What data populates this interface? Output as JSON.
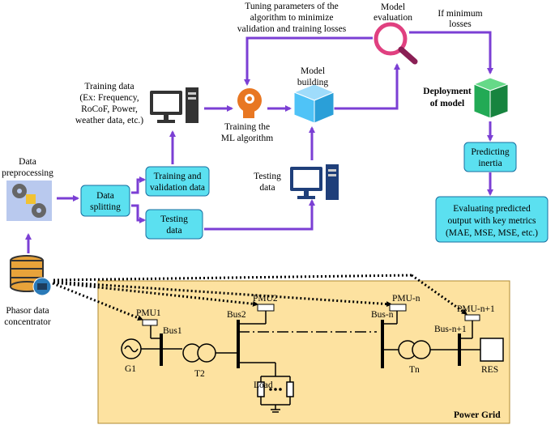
{
  "labels": {
    "tuning": [
      "Tuning parameters of the",
      "algorithm to minimize",
      "validation and training losses"
    ],
    "model_evaluation": [
      "Model",
      "evaluation"
    ],
    "if_minimum": [
      "If minimum",
      "losses"
    ],
    "deployment": [
      "Deployment",
      "of model"
    ],
    "model_building": [
      "Model",
      "building"
    ],
    "training_data": [
      "Training data",
      "(Ex: Frequency,",
      "RoCoF, Power,",
      "weather data, etc.)"
    ],
    "training_ml": [
      "Training the",
      "ML algorithm"
    ],
    "data_preprocessing": [
      "Data",
      "preprocessing"
    ],
    "testing_data_label": [
      "Testing",
      "data"
    ],
    "phasor": [
      "Phasor data",
      "concentrator"
    ],
    "power_grid": "Power Grid"
  },
  "boxes": {
    "data_splitting": [
      "Data",
      "splitting"
    ],
    "training_validation": [
      "Training and",
      "validation data"
    ],
    "testing": [
      "Testing",
      "data"
    ],
    "predicting": [
      "Predicting",
      "inertia"
    ],
    "evaluating": [
      "Evaluating predicted",
      "output with key metrics",
      "(MAE, MSE, MSE, etc.)"
    ]
  },
  "grid": {
    "pmu1": "PMU1",
    "pmu2": "PMU2",
    "pmun": "PMU-n",
    "pmun1": "PMU-n+1",
    "bus1": "Bus1",
    "bus2": "Bus2",
    "busn": "Bus-n",
    "busn1": "Bus-n+1",
    "g1": "G1",
    "t2": "T2",
    "tn": "Tn",
    "load": "Load",
    "res": "RES"
  },
  "colors": {
    "arrow": "#7b3fd4",
    "box": "#5be0f0",
    "grid": "#fde2a0",
    "cube": "#4fc3f7",
    "deploy_cube": "#22aa55",
    "magnifier": "#e04080"
  }
}
